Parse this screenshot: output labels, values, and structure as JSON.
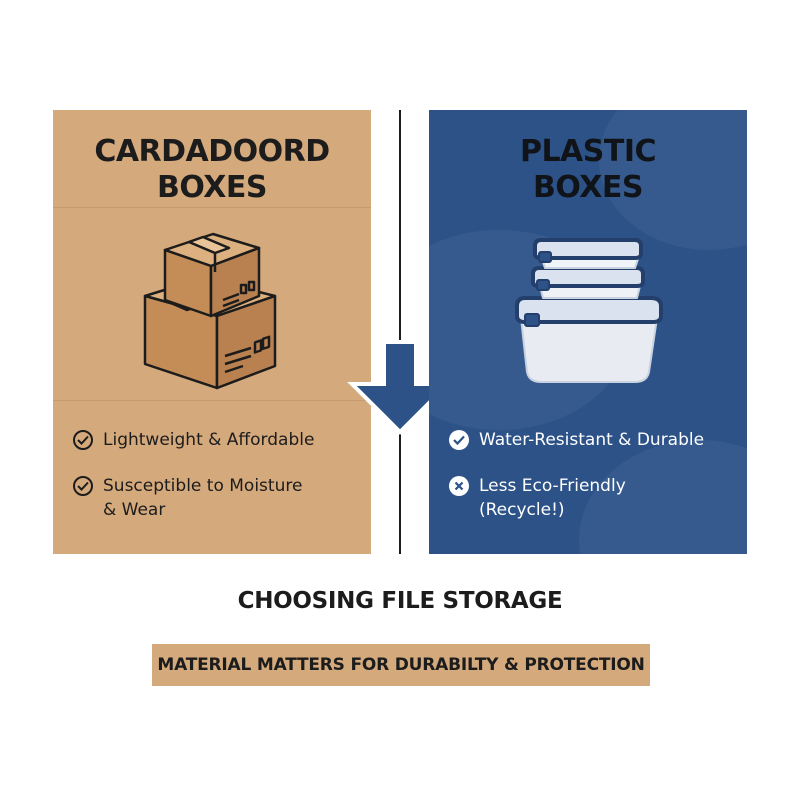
{
  "left_panel": {
    "title_line1": "CARDADOORD",
    "title_line2": "BOXES",
    "illustration_icon": "stacked-cardboard-boxes-icon",
    "features": [
      {
        "icon": "check-icon",
        "line1": "Lightweight & Affordable",
        "line2": ""
      },
      {
        "icon": "check-icon",
        "line1": "Susceptible to Moisture",
        "line2": "& Wear"
      }
    ]
  },
  "right_panel": {
    "title_line1": "PLASTIC",
    "title_line2": "BOXES",
    "illustration_icon": "stacked-plastic-containers-icon",
    "features": [
      {
        "icon": "check-icon",
        "line1": "Water-Resistant & Durable",
        "line2": ""
      },
      {
        "icon": "x-icon",
        "line1": "Less Eco-Friendly",
        "line2": "(Recycle!)"
      }
    ]
  },
  "main_title": "CHOOSING FILE STORAGE",
  "banner_text": "MATERIAL MATTERS FOR DURABILTY & PROTECTION",
  "colors": {
    "cardboard": "#d4a97c",
    "plastic_blue": "#2c5288",
    "dark": "#1c1c1c"
  }
}
